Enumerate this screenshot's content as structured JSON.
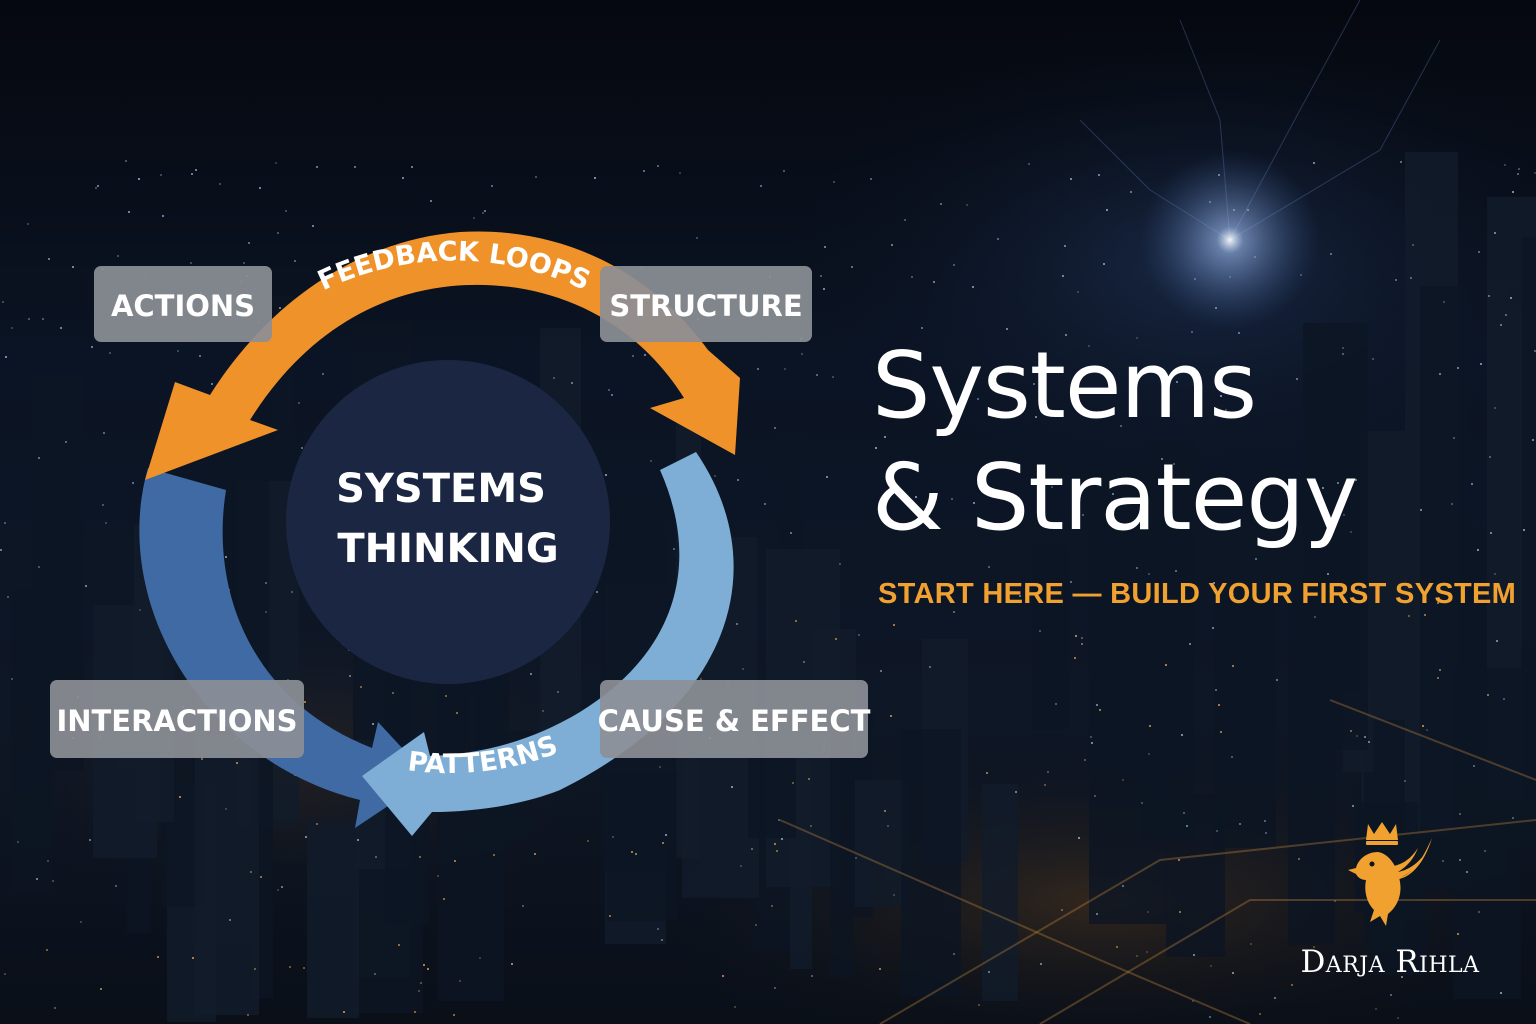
{
  "diagram": {
    "center": "SYSTEMS\nTHINKING",
    "nodes": {
      "actions": "ACTIONS",
      "structure": "STRUCTURE",
      "interactions": "INTERACTIONS",
      "cause_effect": "CAUSE & EFFECT"
    },
    "arcs": {
      "feedback": "FEEDBACK LOOPS",
      "patterns": "PATTERNS"
    }
  },
  "headline": {
    "line1": "Systems",
    "line2": "& Strategy"
  },
  "subtitle": "START HERE — BUILD YOUR FIRST SYSTEM",
  "brand": {
    "name": "Darja Rihla",
    "icon": "crowned-eagle-icon"
  },
  "colors": {
    "orange": "#f0922a",
    "blue_dark": "#3f6aa3",
    "blue_light": "#7eaed6",
    "node_box": "#8c8f96",
    "center_circle": "#1b2742",
    "gold": "#f1a12f"
  }
}
